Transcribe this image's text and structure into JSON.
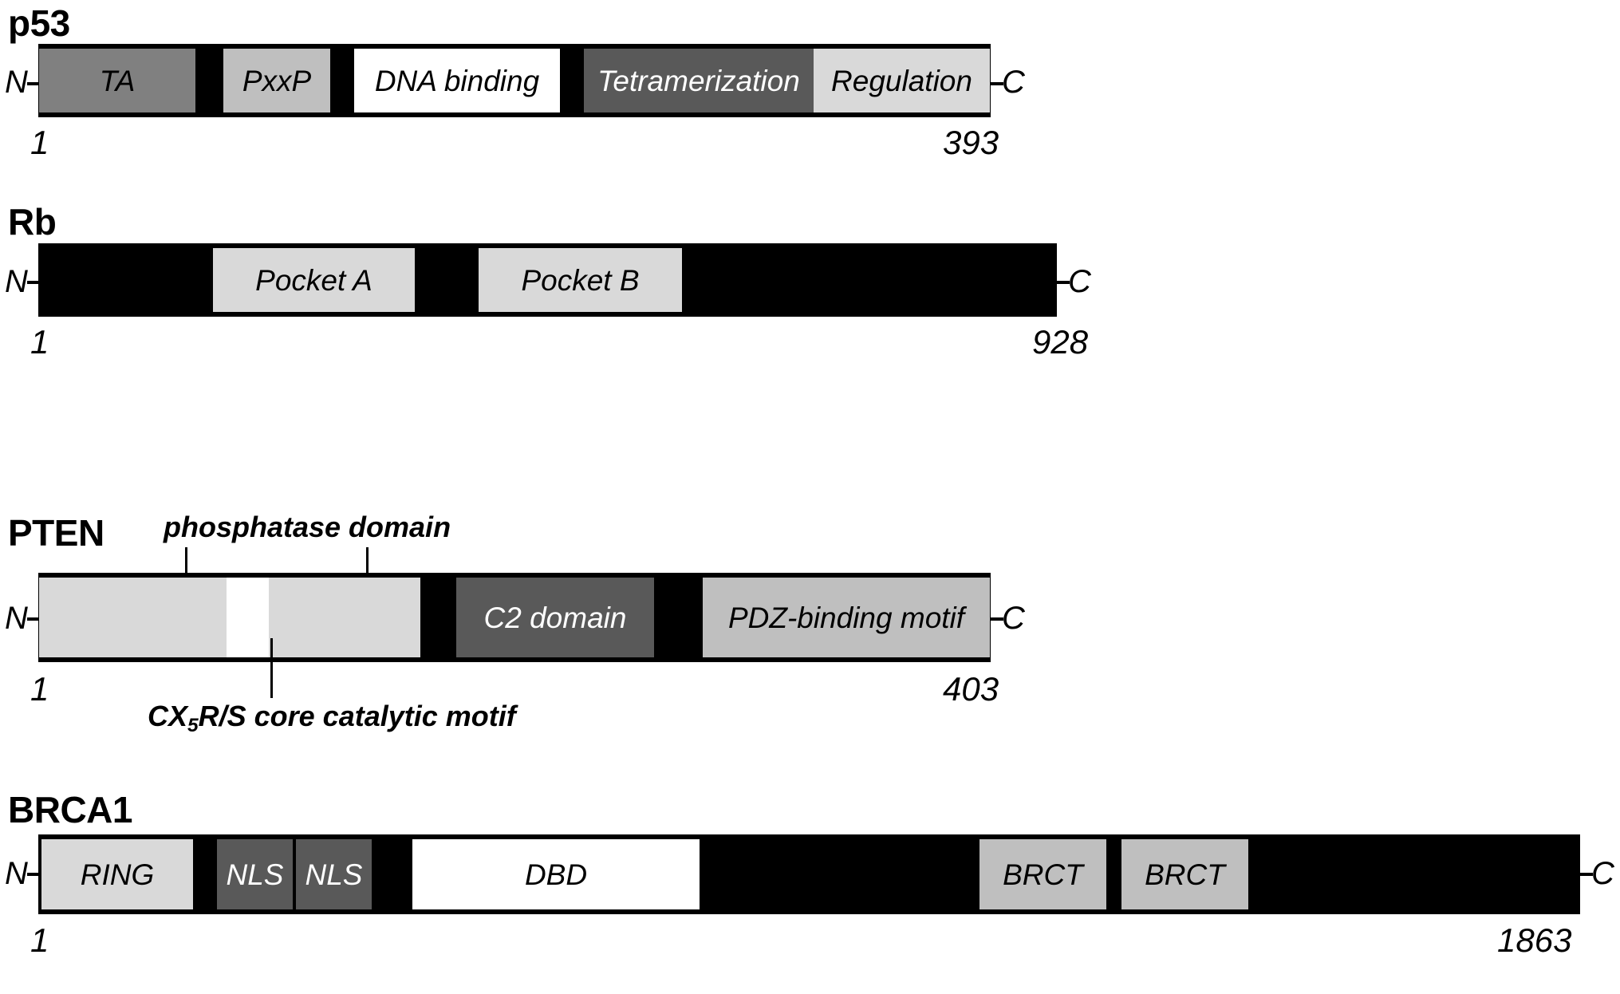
{
  "figure": {
    "type": "protein-domain-diagram",
    "description": "Linear domain architecture maps of four tumour suppressor proteins",
    "terminus_labels": {
      "n": "N",
      "c": "C"
    }
  },
  "proteins": [
    {
      "name": "p53",
      "start_residue": "1",
      "end_residue": "393",
      "n_label": "N",
      "c_label": "C",
      "domains": [
        {
          "label": "TA",
          "fill": "dark"
        },
        {
          "label": "PxxP",
          "fill": "medium"
        },
        {
          "label": "DNA binding",
          "fill": "white"
        },
        {
          "label": "Tetramerization",
          "fill": "darker"
        },
        {
          "label": "Regulation",
          "fill": "light"
        }
      ]
    },
    {
      "name": "Rb",
      "start_residue": "1",
      "end_residue": "928",
      "n_label": "N",
      "c_label": "C",
      "domains": [
        {
          "label": "Pocket A",
          "fill": "light"
        },
        {
          "label": "Pocket B",
          "fill": "light"
        }
      ]
    },
    {
      "name": "PTEN",
      "start_residue": "1",
      "end_residue": "403",
      "n_label": "N",
      "c_label": "C",
      "domains": [
        {
          "label": "",
          "fill": "light"
        },
        {
          "label": "",
          "fill": "white"
        },
        {
          "label": "",
          "fill": "light"
        },
        {
          "label": "C2 domain",
          "fill": "darker"
        },
        {
          "label": "PDZ-binding motif",
          "fill": "medium"
        }
      ],
      "callouts": [
        {
          "label": "phosphatase domain",
          "position": "above"
        },
        {
          "label": "CX<sub>5</sub>R/S core catalytic motif",
          "position": "below",
          "html": true
        }
      ]
    },
    {
      "name": "BRCA1",
      "start_residue": "1",
      "end_residue": "1863",
      "n_label": "N",
      "c_label": "C",
      "domains": [
        {
          "label": "RING",
          "fill": "light"
        },
        {
          "label": "NLS",
          "fill": "darker"
        },
        {
          "label": "NLS",
          "fill": "darker"
        },
        {
          "label": "DBD",
          "fill": "white"
        },
        {
          "label": "BRCT",
          "fill": "medium"
        },
        {
          "label": "BRCT",
          "fill": "medium"
        }
      ]
    }
  ],
  "colors": {
    "backbone": "#000000",
    "white": "#ffffff",
    "light": "#d9d9d9",
    "medium": "#bfbfbf",
    "dark": "#808080",
    "darker": "#595959",
    "background": "#ffffff"
  }
}
